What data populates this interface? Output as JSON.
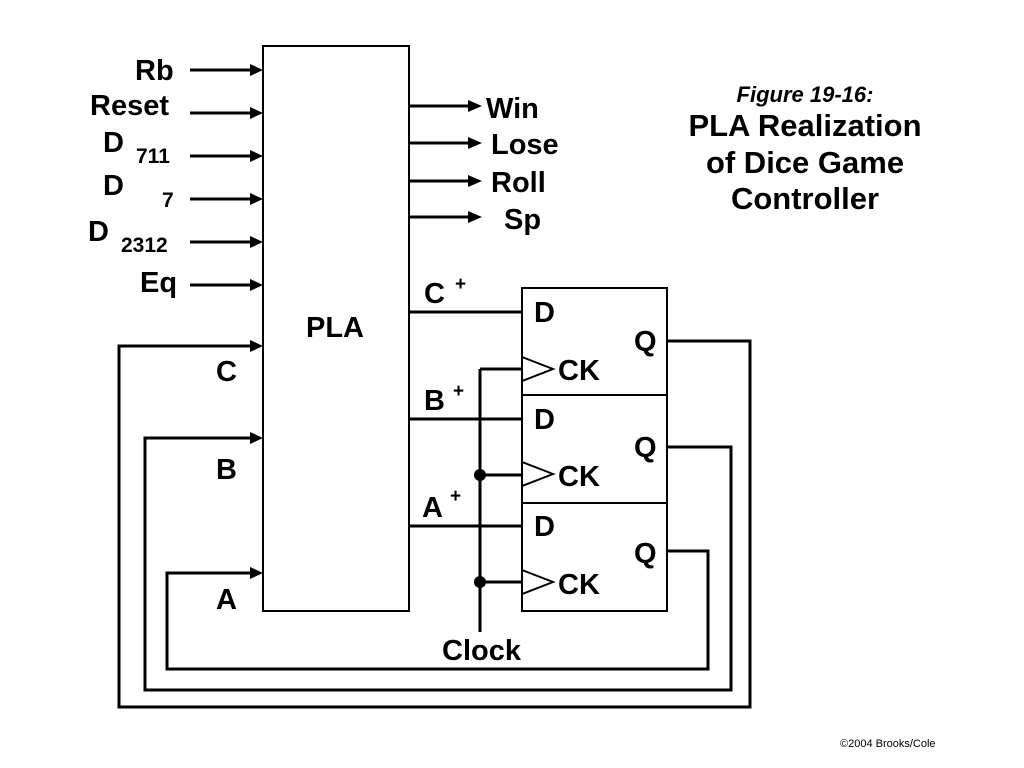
{
  "title": {
    "caption": "Figure 19-16:",
    "lines": [
      "PLA Realization",
      "of Dice Game",
      "Controller"
    ]
  },
  "pla": {
    "label": "PLA"
  },
  "inputs": [
    {
      "main": "Rb",
      "sub": ""
    },
    {
      "main": "Reset",
      "sub": ""
    },
    {
      "main": "D",
      "sub": "711"
    },
    {
      "main": "D",
      "sub": "7"
    },
    {
      "main": "D",
      "sub": "2312"
    },
    {
      "main": "Eq",
      "sub": ""
    }
  ],
  "outputs": [
    "Win",
    "Lose",
    "Roll",
    "Sp"
  ],
  "state_inputs": [
    "C",
    "B",
    "A"
  ],
  "next_states": [
    {
      "main": "C",
      "sup": "+"
    },
    {
      "main": "B",
      "sup": "+"
    },
    {
      "main": "A",
      "sup": "+"
    }
  ],
  "flipflops": [
    {
      "d": "D",
      "ck": "CK",
      "q": "Q"
    },
    {
      "d": "D",
      "ck": "CK",
      "q": "Q"
    },
    {
      "d": "D",
      "ck": "CK",
      "q": "Q"
    }
  ],
  "clock_label": "Clock",
  "copyright": "©2004 Brooks/Cole"
}
